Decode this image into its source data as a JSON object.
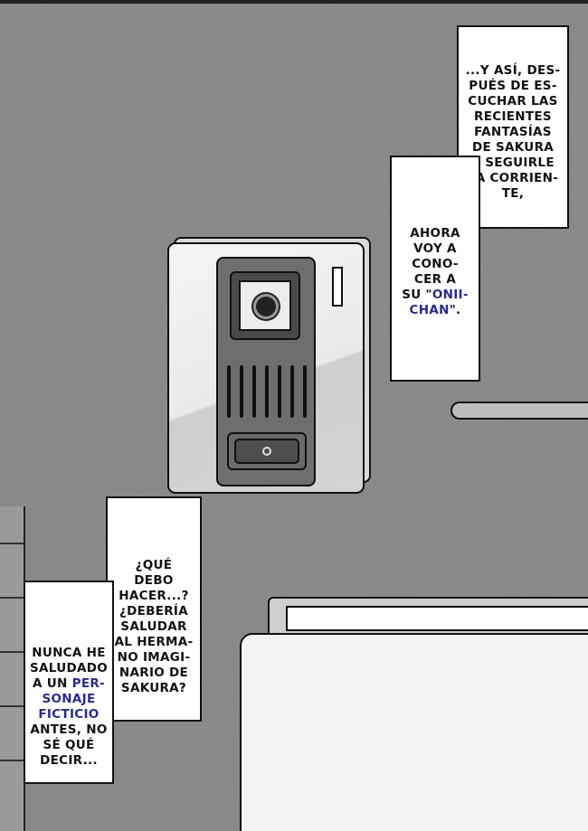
{
  "captions": {
    "top": {
      "lines": [
        "...Y ASÍ, DES-",
        "PUÉS DE ES-",
        "CUCHAR LAS",
        "RECIENTES",
        "FANTASÍAS",
        "DE SAKURA",
        "Y SEGUIRLE",
        "LA CORRIEN-",
        "TE,"
      ]
    },
    "middle": {
      "line1": "AHORA",
      "line2": "VOY A",
      "line3": "CONO-",
      "line4": "CER A",
      "line5_pre": "SU \"",
      "line5_hl": "ONII-",
      "line6_hl": "CHAN",
      "line6_post": "\"."
    },
    "question": {
      "lines": [
        "¿QUÉ",
        "DEBO",
        "HACER...?",
        "¿DEBERÍA",
        "SALUDAR",
        "AL HERMA-",
        "NO IMAGI-",
        "NARIO DE",
        "SAKURA?"
      ]
    },
    "bottom": {
      "line1": "NUNCA HE",
      "line2": "SALUDADO",
      "line3_pre": "A UN ",
      "line3_hl": "PER-",
      "line4_hl": "SONAJE",
      "line5_hl": "FICTICIO",
      "line6": "ANTES, NO",
      "line7": "SÉ QUÉ",
      "line8": "DECIR..."
    }
  },
  "colors": {
    "highlight": "#2a2a8a",
    "wall": "#8c8c8c"
  },
  "icons": {
    "intercom": "door-intercom-icon",
    "camera": "camera-lens-icon"
  }
}
